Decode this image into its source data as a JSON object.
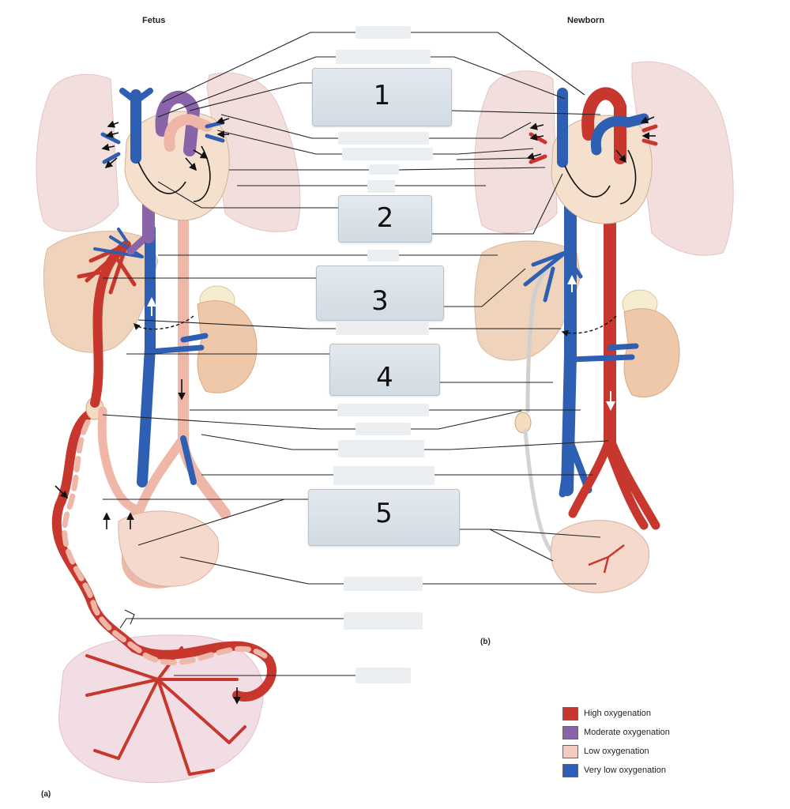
{
  "titles": {
    "fetus": "Fetus",
    "newborn": "Newborn"
  },
  "panels": {
    "a": "(a)",
    "b": "(b)"
  },
  "numbered_boxes": [
    "1",
    "2",
    "3",
    "4",
    "5"
  ],
  "legend": [
    {
      "label": "High oxygenation",
      "color": "#c8372d"
    },
    {
      "label": "Moderate oxygenation",
      "color": "#8a64a8"
    },
    {
      "label": "Low oxygenation",
      "color": "#f4cbc0"
    },
    {
      "label": "Very low oxygenation",
      "color": "#2f5fb3"
    }
  ],
  "colors": {
    "artery": "#c8372d",
    "vein": "#2f5fb3",
    "mixed": "#8a64a8",
    "low": "#efb7a8",
    "lung": "#f5d9d9",
    "liver": "#efd3bb",
    "kidney": "#efc8aa",
    "leader_line": "#222222"
  }
}
